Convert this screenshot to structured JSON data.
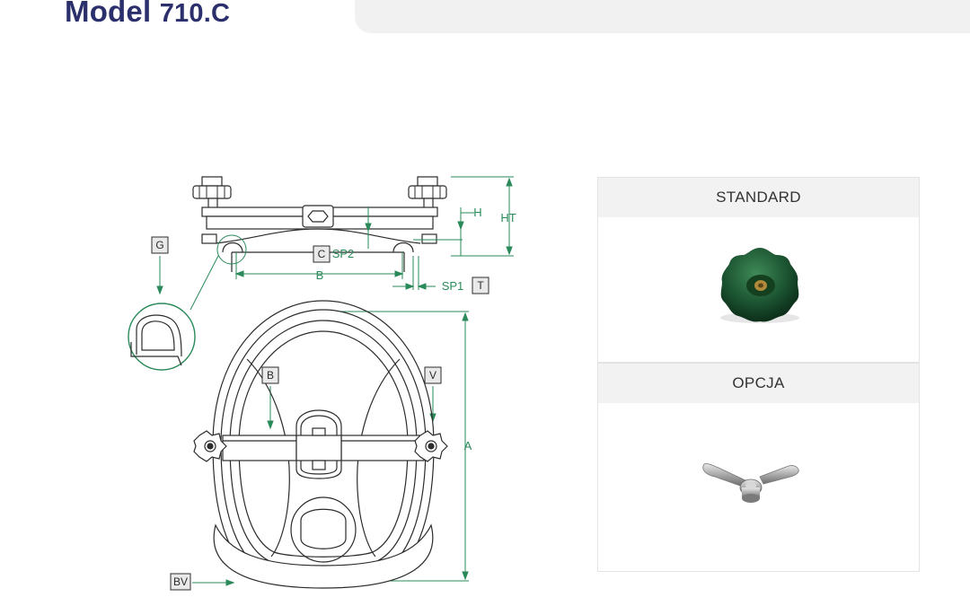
{
  "header": {
    "title_word": "Model",
    "title_number": "710.C"
  },
  "labels": {
    "G": "G",
    "C": "C",
    "B_top": "B",
    "B_box": "B",
    "V": "V",
    "BV": "BV",
    "T": "T",
    "H": "H",
    "HT": "HT",
    "SP1": "SP1",
    "SP2": "SP2",
    "A": "A"
  },
  "options": {
    "standard_label": "STANDARD",
    "option_label": "OPCJA"
  },
  "colors": {
    "title": "#2b2f6b",
    "dimension": "#2a8a5a",
    "line": "#2c2c2c",
    "knob": "#1f5a35"
  },
  "icons": {
    "standard": "star-knob-icon",
    "option": "wing-nut-icon"
  }
}
